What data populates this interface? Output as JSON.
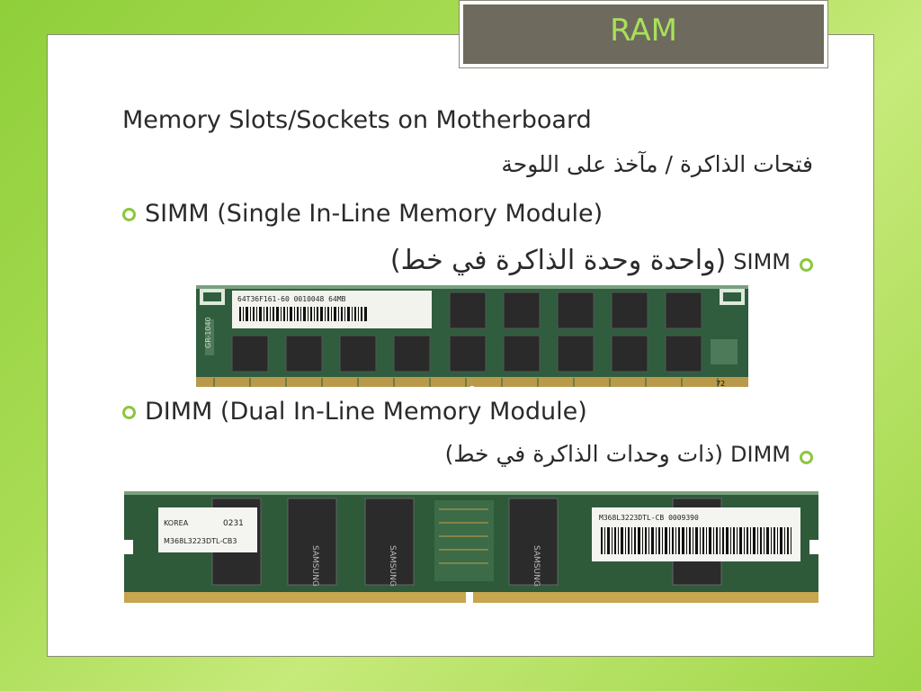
{
  "slide": {
    "title": "RAM",
    "line1": "Memory Slots/Sockets on Motherboard",
    "line2_ar": "فتحات الذاكرة / مآخذ على اللوحة",
    "simm_en": "SIMM (Single In-Line Memory Module)",
    "simm_ar_label": "SIMM",
    "simm_ar": "(واحدة وحدة الذاكرة في خط)",
    "dimm_en": "DIMM (Dual In-Line Memory Module)",
    "dimm_ar_label": "DIMM",
    "dimm_ar": "(ذات وحدات الذاكرة في خط)"
  },
  "simm_image": {
    "label_text": "64T36F161-60      0010048  64MB",
    "side_text": "GR-1040",
    "edge_number": "72"
  },
  "dimm_image": {
    "left_label_line1": "KOREA",
    "left_label_code": "0231",
    "left_label_line2": "M368L3223DTL-CB3",
    "right_label_text": "M368L3223DTL-CB    0009390",
    "brand": "SAMSUNG"
  },
  "colors": {
    "accent": "#8cc63f",
    "title_bg": "#6e6a5e",
    "title_text": "#a8e05a",
    "pcb_green": "#2e5a3a",
    "chip": "#2a2a2a"
  }
}
